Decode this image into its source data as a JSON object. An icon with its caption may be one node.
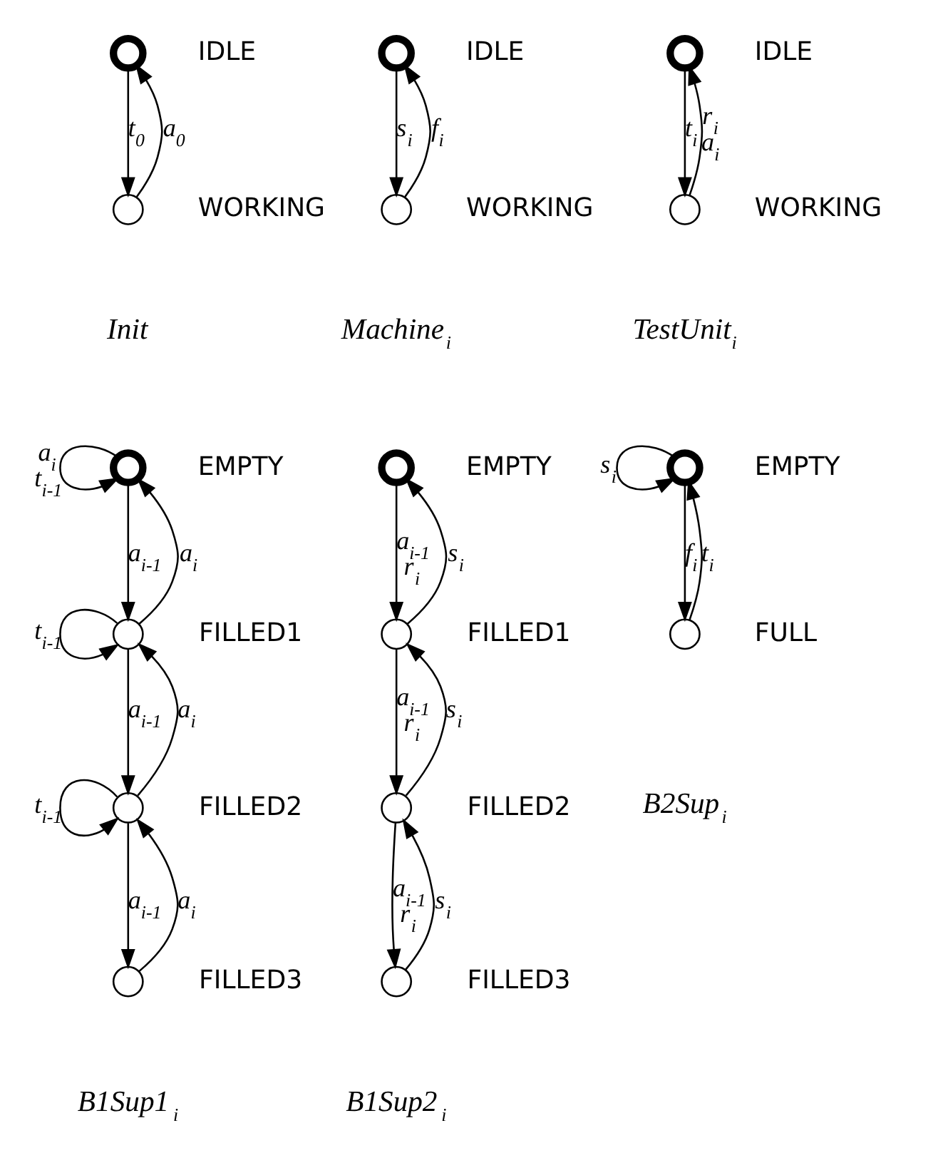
{
  "diagram": {
    "nodes": [
      {
        "text": [],
        "shape": "circle",
        "beside": [
          "IDLE"
        ]
      },
      {
        "text": [],
        "shape": "circle",
        "beside": [
          "WORKING"
        ]
      },
      {
        "text": [],
        "shape": "circle",
        "beside": [
          "IDLE"
        ]
      },
      {
        "text": [],
        "shape": "circle",
        "beside": [
          "WORKING"
        ]
      },
      {
        "text": [],
        "shape": "circle",
        "beside": [
          "IDLE"
        ]
      },
      {
        "text": [],
        "shape": "circle",
        "beside": [
          "WORKING"
        ]
      },
      {
        "text": [],
        "shape": "circle",
        "beside": [
          "EMPTY"
        ]
      },
      {
        "text": [],
        "shape": "circle",
        "beside": [
          "FILLED1"
        ]
      },
      {
        "text": [],
        "shape": "circle",
        "beside": [
          "FILLED2"
        ]
      },
      {
        "text": [],
        "shape": "circle",
        "beside": [
          "FILLED3"
        ]
      },
      {
        "text": [],
        "shape": "circle",
        "beside": [
          "EMPTY"
        ]
      },
      {
        "text": [],
        "shape": "circle",
        "beside": [
          "FILLED1"
        ]
      },
      {
        "text": [],
        "shape": "circle",
        "beside": [
          "FILLED2"
        ]
      },
      {
        "text": [],
        "shape": "circle",
        "beside": [
          "FILLED3"
        ]
      },
      {
        "text": [],
        "shape": "circle",
        "beside": [
          "EMPTY"
        ]
      },
      {
        "text": [],
        "shape": "circle",
        "beside": [
          "FULL"
        ]
      }
    ],
    "edges": [
      {
        "from": 0,
        "to": 1,
        "arrow": "to",
        "label": "t$_{0}$"
      },
      {
        "from": 1,
        "to": 0,
        "arrow": "to",
        "label": "a$_{0}$"
      },
      {
        "from": 2,
        "to": 3,
        "arrow": "to",
        "label": "s$_{i}$"
      },
      {
        "from": 3,
        "to": 2,
        "arrow": "to",
        "label": "f$_{i}$"
      },
      {
        "from": 4,
        "to": 5,
        "arrow": "to",
        "label": "t$_{i}$"
      },
      {
        "from": 5,
        "to": 4,
        "arrow": "to",
        "label": "r$_{i}$ a$_{i}$"
      },
      {
        "from": 6,
        "to": 6,
        "arrow": "to",
        "label": "a$_{i}$ t$_{i-1}$"
      },
      {
        "from": 7,
        "to": 6,
        "arrow": "to",
        "label": "a$_{i}$"
      },
      {
        "from": 6,
        "to": 7,
        "arrow": "to",
        "label": "a$_{i-1}$"
      },
      {
        "from": 7,
        "to": 7,
        "arrow": "to",
        "label": "t$_{i-1}$"
      },
      {
        "from": 8,
        "to": 7,
        "arrow": "to",
        "label": "a$_{i}$"
      },
      {
        "from": 7,
        "to": 8,
        "arrow": "to",
        "label": "a$_{i-1}$"
      },
      {
        "from": 8,
        "to": 8,
        "arrow": "to",
        "label": "t$_{i-1}$"
      },
      {
        "from": 9,
        "to": 8,
        "arrow": "to",
        "label": "a$_{i}$"
      },
      {
        "from": 8,
        "to": 9,
        "arrow": "to",
        "label": "a$_{i-1}$"
      },
      {
        "from": 10,
        "to": 11,
        "arrow": "to",
        "label": "a$_{i-1}$ r$_{i}$"
      },
      {
        "from": 11,
        "to": 10,
        "arrow": "to",
        "label": "s$_{i}$"
      },
      {
        "from": 11,
        "to": 12,
        "arrow": "to",
        "label": "a$_{i-1}$ r$_{i}$"
      },
      {
        "from": 12,
        "to": 11,
        "arrow": "to",
        "label": "s$_{i}$"
      },
      {
        "from": 12,
        "to": 13,
        "arrow": "to",
        "label": "a$_{i-1}$ r$_{i}$"
      },
      {
        "from": 13,
        "to": 12,
        "arrow": "to",
        "label": "s$_{i}$"
      },
      {
        "from": 14,
        "to": 14,
        "arrow": "to",
        "label": "s$_{i}$"
      },
      {
        "from": 14,
        "to": 15,
        "arrow": "to",
        "label": "f$_{i}$"
      },
      {
        "from": 15,
        "to": 14,
        "arrow": "to",
        "label": "t$_{i}$"
      }
    ],
    "labels": [
      "Init",
      "Machine$_{i}$",
      "TestUnit$_{i}$",
      "B1Sup1$_{i}$",
      "B1Sup2$_{i}$",
      "B2Sup$_{i}$"
    ]
  }
}
